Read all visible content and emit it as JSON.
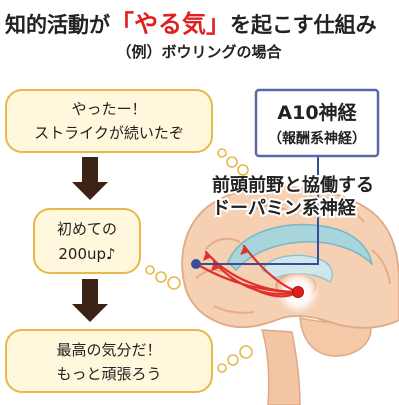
{
  "header": {
    "title_before": "知的活動が",
    "title_bracket_open": "「",
    "title_highlight": "やる気",
    "title_bracket_close": "」",
    "title_after": "を起こす仕組み",
    "subtitle": "（例）ボウリングの場合"
  },
  "thoughts": [
    {
      "lines": [
        "やったー！",
        "ストライクが続いたぞ"
      ]
    },
    {
      "lines": [
        "初めての",
        "200up♪"
      ]
    },
    {
      "lines": [
        "最高の気分だ！",
        "もっと頑張ろう"
      ]
    }
  ],
  "a10_box": {
    "title": "A10神経",
    "subtitle": "（報酬系神経）"
  },
  "pathway_label": {
    "line1": "前頭前野と協働する",
    "line2": "ドーパミン系神経"
  },
  "colors": {
    "thought_fill": "#fff8dc",
    "thought_stroke": "#e8b84a",
    "arrow": "#3d2316",
    "a10_stroke": "#5a6aa8",
    "brain_fill": "#f5cfb0",
    "pathway_red": "#e0302a",
    "highlight_red": "#e02020"
  }
}
